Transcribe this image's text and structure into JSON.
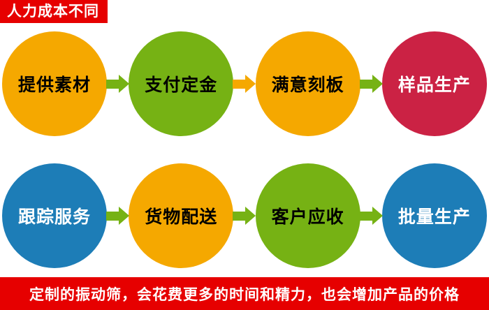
{
  "header": {
    "label": "人力成本不同",
    "bg": "#e60000",
    "text_color": "#ffffff"
  },
  "footer": {
    "label": "定制的振动筛，会花费更多的时间和精力，也会增加产品的价格",
    "bg": "#e60000",
    "text_color": "#ffffff"
  },
  "colors": {
    "orange": "#f5a800",
    "green": "#76b214",
    "crimson": "#cb2244",
    "blue": "#1d7db7"
  },
  "rows": [
    {
      "steps": [
        {
          "label": "提供素材",
          "circle": "#f5a800",
          "text": "#000000"
        },
        {
          "label": "支付定金",
          "circle": "#76b214",
          "text": "#000000"
        },
        {
          "label": "满意刻板",
          "circle": "#f5a800",
          "text": "#000000"
        },
        {
          "label": "样品生产",
          "circle": "#cb2244",
          "text": "#ffffff"
        }
      ],
      "arrows": [
        {
          "color": "#76b214"
        },
        {
          "color": "#f5a800"
        },
        {
          "color": "#76b214"
        }
      ]
    },
    {
      "steps": [
        {
          "label": "跟踪服务",
          "circle": "#1d7db7",
          "text": "#ffffff"
        },
        {
          "label": "货物配送",
          "circle": "#f5a800",
          "text": "#000000"
        },
        {
          "label": "客户应收",
          "circle": "#76b214",
          "text": "#000000"
        },
        {
          "label": "批量生产",
          "circle": "#1d7db7",
          "text": "#ffffff"
        }
      ],
      "arrows": [
        {
          "color": "#76b214"
        },
        {
          "color": "#76b214"
        },
        {
          "color": "#76b214"
        }
      ]
    }
  ]
}
